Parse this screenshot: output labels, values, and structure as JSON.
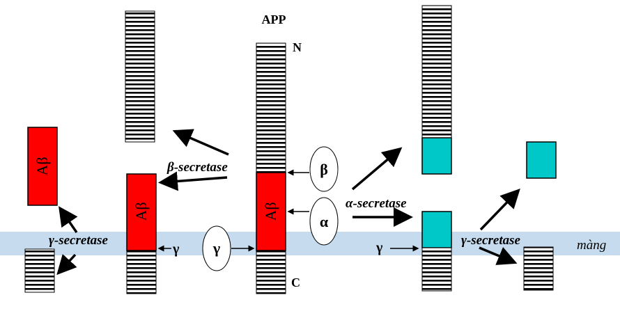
{
  "title": "APP",
  "terminals": {
    "n": "N",
    "c": "C"
  },
  "fragment_label": "Aβ",
  "enzymes": {
    "beta": "β",
    "alpha": "α",
    "gamma": "γ"
  },
  "labels": {
    "beta_secretase": "β-secretase",
    "alpha_secretase": "α-secretase",
    "gamma_secretase_left": "γ-secretase",
    "gamma_secretase_right": "γ-secretase",
    "membrane": "màng",
    "gamma_mid": "γ",
    "gamma_right": "γ"
  },
  "colors": {
    "abeta": "#ff0000",
    "p3_fragment": "#00c8c8",
    "membrane": "#c6dcee",
    "stripe": "#000000"
  }
}
